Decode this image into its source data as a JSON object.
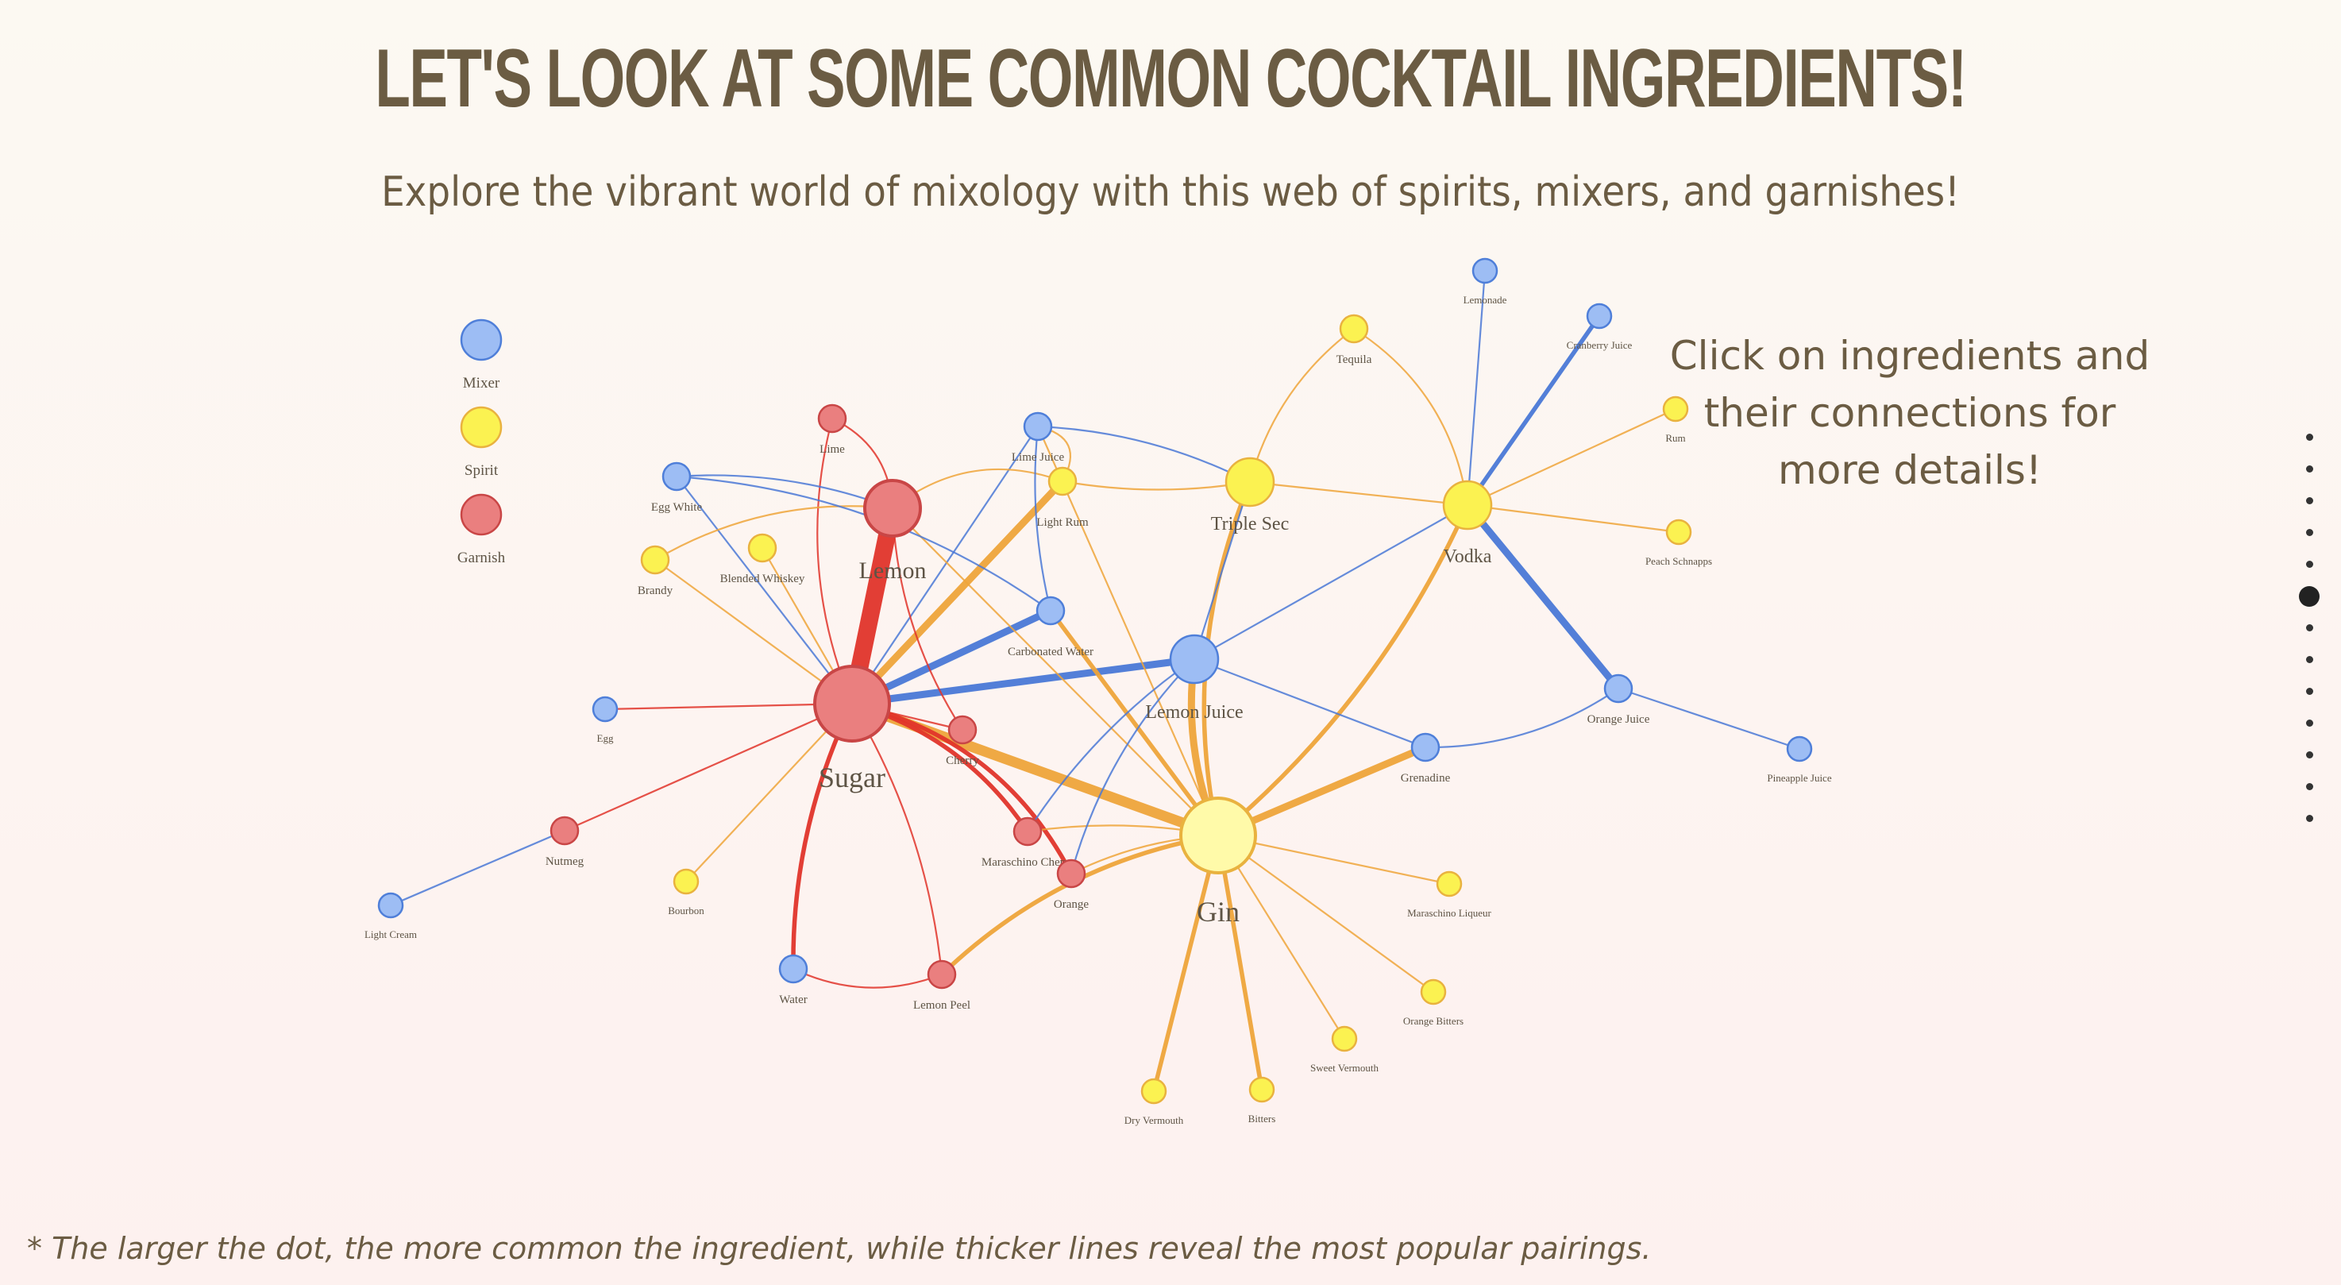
{
  "header": {
    "title": "LET'S LOOK AT SOME COMMON COCKTAIL INGREDIENTS!",
    "subtitle": "Explore the vibrant world of mixology with this web of spirits, mixers, and garnishes!"
  },
  "hint": {
    "line1": "Click on ingredients and",
    "line2": "their connections for",
    "line3": "more details!"
  },
  "footnote": "* The larger the dot, the more common the ingredient, while thicker lines reveal the most popular pairings.",
  "legend": [
    {
      "label": "Mixer",
      "color": "#9dbdf4"
    },
    {
      "label": "Spirit",
      "color": "#fbf251"
    },
    {
      "label": "Garnish",
      "color": "#ea7f7f"
    }
  ],
  "colors": {
    "mixer_fill": "#9dbdf4",
    "mixer_stroke": "#4f7fd9",
    "spirit_fill": "#fbf251",
    "spirit_stroke": "#e9b23f",
    "garnish_fill": "#ea7f7f",
    "garnish_stroke": "#c94646",
    "mixer_edge": "#4a78d6",
    "spirit_edge": "#eea43a",
    "garnish_edge": "#e0342a",
    "highlight_fill": "#fffaa9"
  },
  "pager": {
    "count": 13,
    "active": 5
  },
  "diagram": {
    "nodes": [
      {
        "id": "sugar",
        "label": "Sugar",
        "type": "garnish",
        "size": 5
      },
      {
        "id": "lemon",
        "label": "Lemon",
        "type": "garnish",
        "size": 4
      },
      {
        "id": "lime",
        "label": "Lime",
        "type": "garnish",
        "size": 2
      },
      {
        "id": "cherry",
        "label": "Cherry",
        "type": "garnish",
        "size": 2
      },
      {
        "id": "maraschino_cherry",
        "label": "Maraschino Cherry",
        "type": "garnish",
        "size": 2
      },
      {
        "id": "orange",
        "label": "Orange",
        "type": "garnish",
        "size": 2
      },
      {
        "id": "nutmeg",
        "label": "Nutmeg",
        "type": "garnish",
        "size": 2
      },
      {
        "id": "lemon_peel",
        "label": "Lemon Peel",
        "type": "garnish",
        "size": 2
      },
      {
        "id": "gin",
        "label": "Gin",
        "type": "spirit",
        "size": 5,
        "highlight": true
      },
      {
        "id": "vodka",
        "label": "Vodka",
        "type": "spirit",
        "size": 3
      },
      {
        "id": "triple_sec",
        "label": "Triple Sec",
        "type": "spirit",
        "size": 3
      },
      {
        "id": "light_rum",
        "label": "Light Rum",
        "type": "spirit",
        "size": 2
      },
      {
        "id": "tequila",
        "label": "Tequila",
        "type": "spirit",
        "size": 2
      },
      {
        "id": "rum",
        "label": "Rum",
        "type": "spirit",
        "size": 1
      },
      {
        "id": "peach_schnapps",
        "label": "Peach Schnapps",
        "type": "spirit",
        "size": 1
      },
      {
        "id": "blended_whiskey",
        "label": "Blended Whiskey",
        "type": "spirit",
        "size": 2
      },
      {
        "id": "brandy",
        "label": "Brandy",
        "type": "spirit",
        "size": 2
      },
      {
        "id": "bourbon",
        "label": "Bourbon",
        "type": "spirit",
        "size": 1
      },
      {
        "id": "maraschino_liqueur",
        "label": "Maraschino Liqueur",
        "type": "spirit",
        "size": 1
      },
      {
        "id": "orange_bitters",
        "label": "Orange Bitters",
        "type": "spirit",
        "size": 1
      },
      {
        "id": "sweet_vermouth",
        "label": "Sweet Vermouth",
        "type": "spirit",
        "size": 1
      },
      {
        "id": "dry_vermouth",
        "label": "Dry Vermouth",
        "type": "spirit",
        "size": 1
      },
      {
        "id": "bitters",
        "label": "Bitters",
        "type": "spirit",
        "size": 1
      },
      {
        "id": "lemon_juice",
        "label": "Lemon Juice",
        "type": "mixer",
        "size": 3
      },
      {
        "id": "lime_juice",
        "label": "Lime Juice",
        "type": "mixer",
        "size": 2
      },
      {
        "id": "carbonated_water",
        "label": "Carbonated Water",
        "type": "mixer",
        "size": 2
      },
      {
        "id": "egg_white",
        "label": "Egg White",
        "type": "mixer",
        "size": 2
      },
      {
        "id": "egg",
        "label": "Egg",
        "type": "mixer",
        "size": 1
      },
      {
        "id": "lemonade",
        "label": "Lemonade",
        "type": "mixer",
        "size": 1
      },
      {
        "id": "cranberry_juice",
        "label": "Cranberry Juice",
        "type": "mixer",
        "size": 1
      },
      {
        "id": "orange_juice",
        "label": "Orange Juice",
        "type": "mixer",
        "size": 2
      },
      {
        "id": "pineapple_juice",
        "label": "Pineapple Juice",
        "type": "mixer",
        "size": 1
      },
      {
        "id": "grenadine",
        "label": "Grenadine",
        "type": "mixer",
        "size": 2
      },
      {
        "id": "light_cream",
        "label": "Light Cream",
        "type": "mixer",
        "size": 1
      },
      {
        "id": "water",
        "label": "Water",
        "type": "mixer",
        "size": 2
      }
    ],
    "edges": [
      {
        "source": "sugar",
        "target": "lemon",
        "weight": 5
      },
      {
        "source": "sugar",
        "target": "gin",
        "weight": 4
      },
      {
        "source": "sugar",
        "target": "light_rum",
        "weight": 3
      },
      {
        "source": "sugar",
        "target": "lemon_juice",
        "weight": 3
      },
      {
        "source": "sugar",
        "target": "carbonated_water",
        "weight": 3
      },
      {
        "source": "sugar",
        "target": "maraschino_cherry",
        "weight": 2
      },
      {
        "source": "sugar",
        "target": "orange",
        "weight": 2
      },
      {
        "source": "sugar",
        "target": "water",
        "weight": 2
      },
      {
        "source": "sugar",
        "target": "lemon_peel",
        "weight": 1
      },
      {
        "source": "sugar",
        "target": "nutmeg",
        "weight": 1
      },
      {
        "source": "sugar",
        "target": "egg",
        "weight": 1
      },
      {
        "source": "sugar",
        "target": "egg_white",
        "weight": 1
      },
      {
        "source": "sugar",
        "target": "brandy",
        "weight": 1
      },
      {
        "source": "sugar",
        "target": "blended_whiskey",
        "weight": 1
      },
      {
        "source": "sugar",
        "target": "bourbon",
        "weight": 1
      },
      {
        "source": "sugar",
        "target": "lime_juice",
        "weight": 1
      },
      {
        "source": "sugar",
        "target": "lime",
        "weight": 1
      },
      {
        "source": "sugar",
        "target": "cherry",
        "weight": 1
      },
      {
        "source": "lemon",
        "target": "light_rum",
        "weight": 1
      },
      {
        "source": "lemon",
        "target": "cherry",
        "weight": 1
      },
      {
        "source": "lemon",
        "target": "brandy",
        "weight": 1
      },
      {
        "source": "lemon",
        "target": "egg_white",
        "weight": 1
      },
      {
        "source": "lemon",
        "target": "gin",
        "weight": 1
      },
      {
        "source": "gin",
        "target": "lemon_juice",
        "weight": 3
      },
      {
        "source": "gin",
        "target": "triple_sec",
        "weight": 2
      },
      {
        "source": "gin",
        "target": "vodka",
        "weight": 2
      },
      {
        "source": "gin",
        "target": "grenadine",
        "weight": 3
      },
      {
        "source": "gin",
        "target": "carbonated_water",
        "weight": 2
      },
      {
        "source": "gin",
        "target": "maraschino_cherry",
        "weight": 1
      },
      {
        "source": "gin",
        "target": "orange",
        "weight": 1
      },
      {
        "source": "gin",
        "target": "lemon_peel",
        "weight": 2
      },
      {
        "source": "gin",
        "target": "dry_vermouth",
        "weight": 2
      },
      {
        "source": "gin",
        "target": "bitters",
        "weight": 2
      },
      {
        "source": "gin",
        "target": "sweet_vermouth",
        "weight": 1
      },
      {
        "source": "gin",
        "target": "orange_bitters",
        "weight": 1
      },
      {
        "source": "gin",
        "target": "maraschino_liqueur",
        "weight": 1
      },
      {
        "source": "gin",
        "target": "lime_juice",
        "weight": 1
      },
      {
        "source": "vodka",
        "target": "orange_juice",
        "weight": 3
      },
      {
        "source": "vodka",
        "target": "cranberry_juice",
        "weight": 2
      },
      {
        "source": "vodka",
        "target": "lemon_juice",
        "weight": 1
      },
      {
        "source": "vodka",
        "target": "lemonade",
        "weight": 1
      },
      {
        "source": "vodka",
        "target": "rum",
        "weight": 1
      },
      {
        "source": "vodka",
        "target": "peach_schnapps",
        "weight": 1
      },
      {
        "source": "vodka",
        "target": "triple_sec",
        "weight": 1
      },
      {
        "source": "vodka",
        "target": "tequila",
        "weight": 1
      },
      {
        "source": "triple_sec",
        "target": "light_rum",
        "weight": 1
      },
      {
        "source": "triple_sec",
        "target": "lemon_juice",
        "weight": 1
      },
      {
        "source": "triple_sec",
        "target": "tequila",
        "weight": 1
      },
      {
        "source": "triple_sec",
        "target": "lime_juice",
        "weight": 1
      },
      {
        "source": "lemon_juice",
        "target": "grenadine",
        "weight": 1
      },
      {
        "source": "lemon_juice",
        "target": "orange",
        "weight": 1
      },
      {
        "source": "lemon_juice",
        "target": "maraschino_cherry",
        "weight": 1
      },
      {
        "source": "orange_juice",
        "target": "grenadine",
        "weight": 1
      },
      {
        "source": "orange_juice",
        "target": "pineapple_juice",
        "weight": 1
      },
      {
        "source": "nutmeg",
        "target": "light_cream",
        "weight": 1
      },
      {
        "source": "water",
        "target": "lemon_peel",
        "weight": 1
      },
      {
        "source": "lime_juice",
        "target": "carbonated_water",
        "weight": 1
      },
      {
        "source": "lime_juice",
        "target": "light_rum",
        "weight": 1
      },
      {
        "source": "lime",
        "target": "lemon",
        "weight": 1
      },
      {
        "source": "egg_white",
        "target": "carbonated_water",
        "weight": 1
      }
    ]
  }
}
